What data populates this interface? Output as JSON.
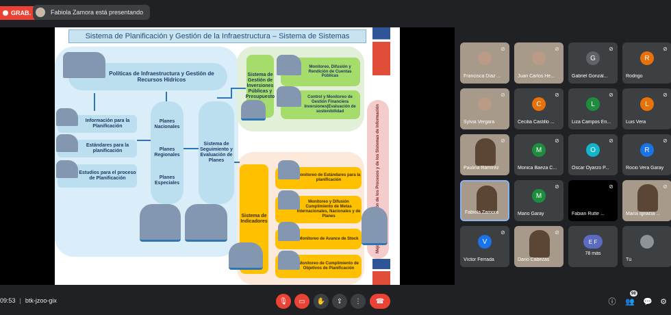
{
  "recording": {
    "label": "GRAB."
  },
  "presenter": {
    "text": "Fabiola Zamora está presentando"
  },
  "slide": {
    "title": "Sistema de Planificación y Gestión de la Infraestructura – Sistema de Sistemas",
    "politicas": "Políticas de Infraestructura y Gestión de Recursos Hídricos",
    "left_items": [
      "Información para la Planificación",
      "Estándares para la planificación",
      "Estudios para el proceso de Planificación"
    ],
    "planes": [
      "Planes Nacionales",
      "Planes Regionales",
      "Planes Especiales"
    ],
    "seguimiento": "Sistema de Seguimiento y Evaluación de Planes",
    "inversiones": "Sistema de Gestión de Inversiones Públicas y Presupuesto",
    "green_items": [
      "Monitoreo, Difusión y Rendición de Cuentas Públicas",
      "Control y Monitoreo de Gestión Financiera Inversiones|Evaluación de sostenibilidad"
    ],
    "indicadores": "Sistema de Indicadores",
    "orange_items": [
      "Monitoreo de Estándares para la planificación",
      "Monitoreo y Difusión Cumplimiento de Metas Internacionales, Nacionales y de Planes",
      "Monitoreo de Avance de Stock",
      "Monitoreo de Cumplimiento de Objetivos de Planificación"
    ],
    "vertical_text": "Mejora en la visualización de los Procesos y de los Sistemas de Información"
  },
  "participants": [
    {
      "name": "Francisca Díaz ...",
      "initial": "",
      "color": "",
      "muted": true,
      "kind": "photo"
    },
    {
      "name": "Juan Carlos He...",
      "initial": "",
      "color": "",
      "muted": true,
      "kind": "photo"
    },
    {
      "name": "Gabriel Gonzál...",
      "initial": "G",
      "color": "#5f6368",
      "muted": true,
      "kind": "avatar"
    },
    {
      "name": "Rodrigo",
      "initial": "R",
      "color": "#e8710a",
      "muted": true,
      "kind": "avatar"
    },
    {
      "name": "Sylvia Vergara",
      "initial": "",
      "color": "",
      "muted": true,
      "kind": "photo"
    },
    {
      "name": "Cecilia Castillo ...",
      "initial": "C",
      "color": "#e8710a",
      "muted": true,
      "kind": "avatar"
    },
    {
      "name": "Liza Campos En...",
      "initial": "L",
      "color": "#1e8e3e",
      "muted": true,
      "kind": "avatar"
    },
    {
      "name": "Luis Vera",
      "initial": "L",
      "color": "#e8710a",
      "muted": true,
      "kind": "avatar"
    },
    {
      "name": "Paulina Ramírez",
      "initial": "",
      "color": "",
      "muted": true,
      "kind": "video"
    },
    {
      "name": "Monica Baeza C...",
      "initial": "M",
      "color": "#1e8e3e",
      "muted": true,
      "kind": "avatar"
    },
    {
      "name": "Oscar Oyarzo P...",
      "initial": "O",
      "color": "#12b5cb",
      "muted": true,
      "kind": "avatar"
    },
    {
      "name": "Rocio Vera Garay",
      "initial": "R",
      "color": "#1a73e8",
      "muted": true,
      "kind": "avatar"
    },
    {
      "name": "Fabiola Zamora",
      "initial": "",
      "color": "",
      "muted": false,
      "kind": "video"
    },
    {
      "name": "Mario Garay",
      "initial": "M",
      "color": "#1e8e3e",
      "muted": true,
      "kind": "avatar"
    },
    {
      "name": "Fabian Rutte ...",
      "initial": "",
      "color": "#000000",
      "muted": true,
      "kind": "dark"
    },
    {
      "name": "María Ignacia ...",
      "initial": "",
      "color": "",
      "muted": true,
      "kind": "video"
    },
    {
      "name": "Víctor Ferrada",
      "initial": "V",
      "color": "#1a73e8",
      "muted": true,
      "kind": "avatar"
    },
    {
      "name": "Dario Cabezas",
      "initial": "",
      "color": "",
      "muted": true,
      "kind": "video"
    },
    {
      "name": "78 más",
      "initial": "E F",
      "color": "#5c6bc0",
      "muted": false,
      "kind": "more"
    },
    {
      "name": "Tú",
      "initial": "",
      "color": "#5f6368",
      "muted": false,
      "kind": "self"
    }
  ],
  "bottombar": {
    "time": "09:53",
    "meeting_code": "btk-jzoo-gix",
    "people_count": "98"
  },
  "colors": {
    "red": "#ea4335",
    "bg": "#202124",
    "tile": "#3c4043"
  }
}
